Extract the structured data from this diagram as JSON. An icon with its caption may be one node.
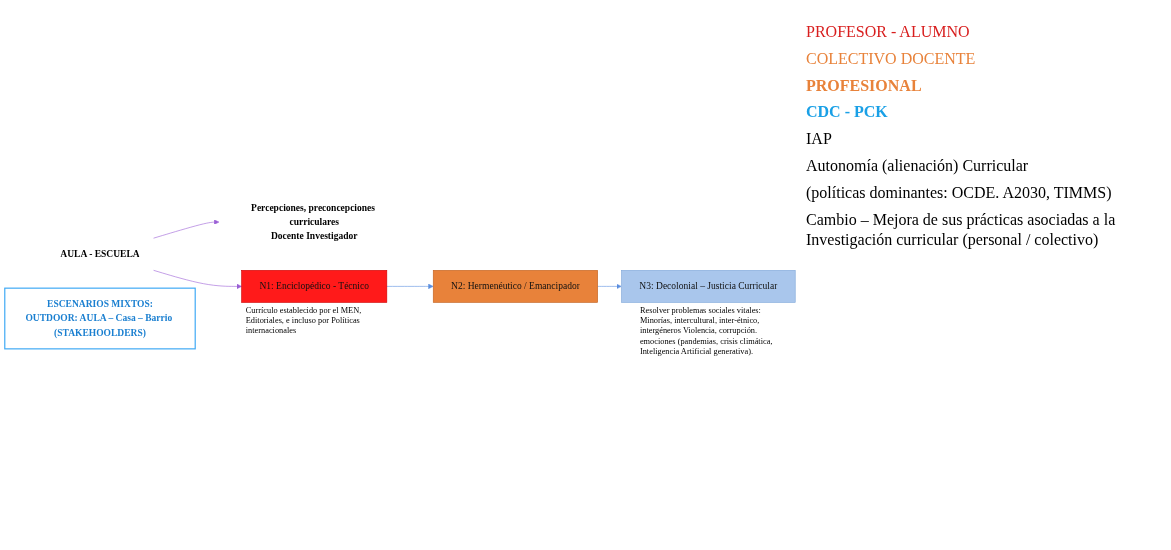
{
  "diagram": {
    "nodes": [
      {
        "text": [
          "AULA - ESCUELA"
        ]
      },
      {
        "text": [
          "Percepciones, preconcepciones curriculares",
          "Docente Investigador"
        ]
      },
      {
        "text": [
          "N1: Enciclopédico - Técnico"
        ],
        "beside": [
          "Currículo establecido por el MEN, Editoriales, e incluso por Políticas internacionales"
        ]
      },
      {
        "text": [
          "N2: Hermenéutico / Emancipador"
        ]
      },
      {
        "text": [
          "N3: Decolonial – Justicia Curricular"
        ],
        "beside": [
          "Resolver problemas sociales vitales: Minorías, intercultural, inter-étnico, intergéneros Violencia, corrupción. emociones (pandemias, crisis climática, Inteligencia Artificial generativa)."
        ]
      },
      {
        "text": [
          "ESCENARIOS MIXTOS:",
          "OUTDOOR: AULA – Casa – Barrio (STAKEHOOLDERS)"
        ]
      }
    ],
    "edges": [
      {
        "from": 0,
        "to": 1,
        "arrow": "to",
        "color": "#9b5fd6"
      },
      {
        "from": 0,
        "to": 2,
        "arrow": "to",
        "color": "#9b5fd6"
      },
      {
        "from": 2,
        "to": 3,
        "arrow": "to",
        "color": "#5b8fe0"
      },
      {
        "from": 3,
        "to": 4,
        "arrow": "to",
        "color": "#5b8fe0"
      }
    ],
    "labels": [
      "PROFESOR - ALUMNO",
      "COLECTIVO DOCENTE",
      "PROFESIONAL",
      "CDC - PCK",
      "IAP",
      "Autonomía (alienación) Curricular",
      "(políticas dominantes: OCDE. A2030, TIMMS)",
      "Cambio – Mejora de sus prácticas asociadas a la Investigación curricular (personal / colectivo)"
    ]
  }
}
